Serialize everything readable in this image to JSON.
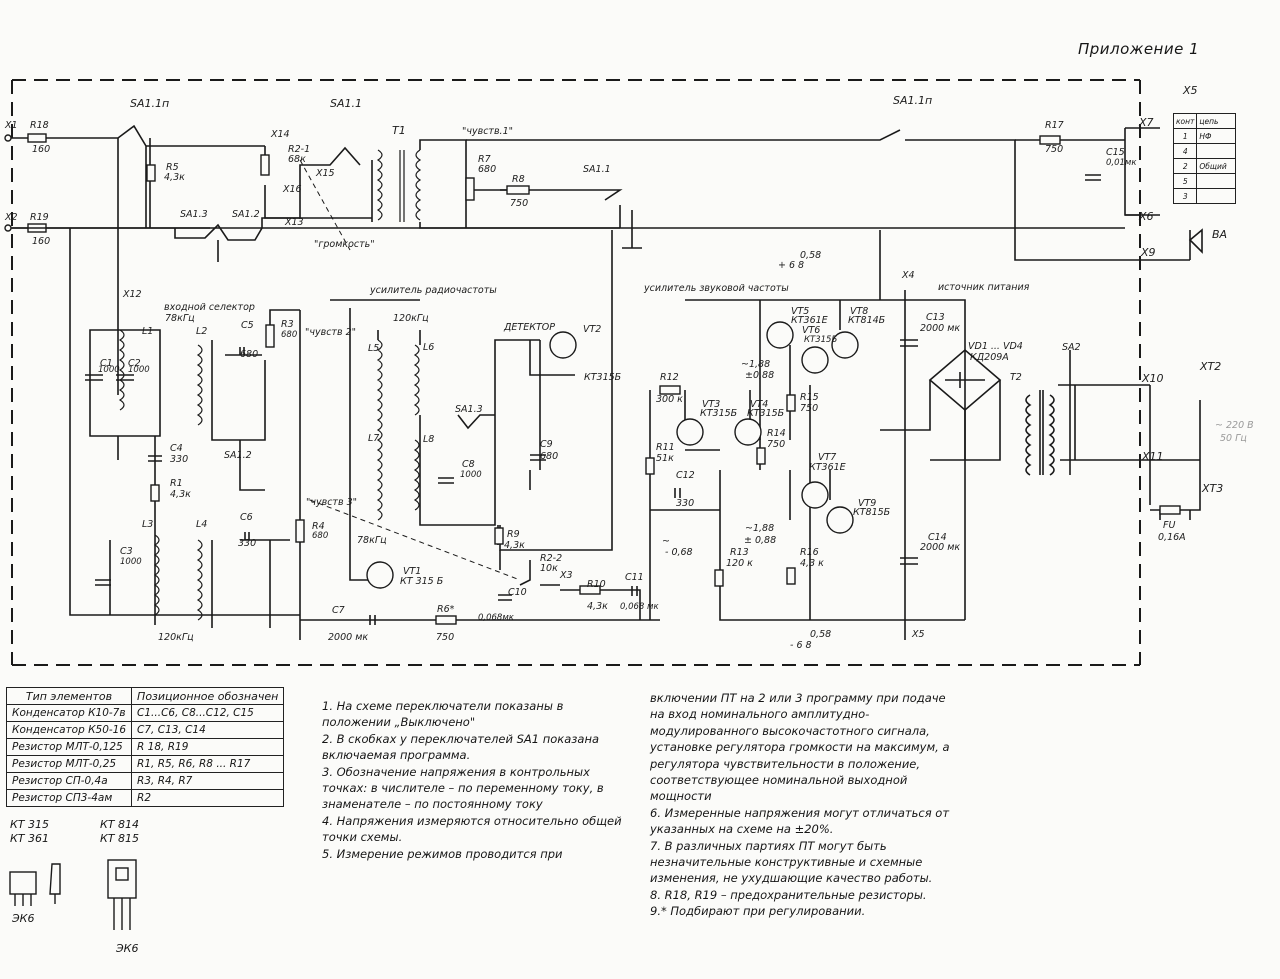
{
  "title": "Приложение 1",
  "schematic": {
    "labels": {
      "x1": "X1",
      "x2": "X2",
      "r18": "R18",
      "r18v": "160",
      "r19": "R19",
      "r19v": "160",
      "sa1_1p_a": "SA1.1п",
      "sa1_1": "SA1.1",
      "sa1_1p_b": "SA1.1п",
      "sa1_1_b": "SA1.1",
      "sa1_3a": "SA1.3",
      "sa1_2a": "SA1.2",
      "sa1_3b": "SA1.3",
      "sa1_2b": "SA1.2",
      "r5": "R5",
      "r5v": "4,3к",
      "x14": "X14",
      "r2_1": "R2-1",
      "r2_1v": "68к",
      "x15": "X15",
      "x16": "X16",
      "x13": "X13",
      "x12": "X12",
      "t1": "T1",
      "chuvst1": "\"чувств.1\"",
      "gromkost": "\"громкость\"",
      "r7": "R7",
      "r7v": "680",
      "r8": "R8",
      "r8v": "750",
      "r17": "R17",
      "r17v": "750",
      "c15": "C15",
      "c15v": "0,01мк",
      "x7": "X7",
      "x6": "X6",
      "x9": "X9",
      "ba": "BA",
      "x5": "X5",
      "vhod_sel": "входной селектор",
      "f78a": "78кГц",
      "l1": "L1",
      "l2": "L2",
      "c1": "C1",
      "c1v": "1000",
      "c2": "C2",
      "c2v": "1000",
      "c5": "C5",
      "c5v": "680",
      "r3": "R3",
      "r3v": "680",
      "chuvst2": "\"чувств 2\"",
      "c4": "C4",
      "c4v": "330",
      "r1": "R1",
      "r1v": "4,3к",
      "l3": "L3",
      "l4": "L4",
      "c3": "C3",
      "c3v": "1000",
      "c6": "C6",
      "c6v": "330",
      "r4": "R4",
      "r4v": "680",
      "chuvst3": "\"чувств 3\"",
      "f120a": "120кГц",
      "usil_rch": "усилитель радиочастоты",
      "f120b": "120кГц",
      "l5": "L5",
      "l6": "L6",
      "l7": "L7",
      "l8": "L8",
      "f78b": "78кГц",
      "c8": "C8",
      "c8v": "1000",
      "c9": "C9",
      "c9v": "680",
      "detektor": "ДЕТЕКТОР",
      "vt2": "VT2",
      "vt2t": "КТ315Б",
      "r9": "R9",
      "r9v": "4,3к",
      "vt1": "VT1",
      "vt1t": "КТ 315 Б",
      "c7": "C7",
      "c7v": "2000 мк",
      "r6": "R6*",
      "r6v": "750",
      "c10": "C10",
      "c10v": "0,068мк",
      "r2_2": "R2-2",
      "r2_2v": "10к",
      "x3": "X3",
      "r10": "R10",
      "r10v": "4,3к",
      "c11": "C11",
      "c11v": "0,068 мк",
      "usil_zch": "усилитель звуковой частоты",
      "v1": "0,58",
      "v1b": "+ 6 8",
      "vt5": "VT5",
      "vt5t": "КТ361Е",
      "vt8": "VT8",
      "vt8t": "КТ814Б",
      "vt6": "VT6",
      "vt6t": "КТ315Б",
      "v2": "~1,88",
      "v2b": "±0,88",
      "r12": "R12",
      "r12v": "300 к",
      "vt3": "VT3",
      "vt3t": "КТ315Б",
      "vt4": "VT4",
      "vt4t": "КТ315Б",
      "r15": "R15",
      "r15v": "750",
      "r14": "R14",
      "r14v": "750",
      "r11": "R11",
      "r11v": "51к",
      "vt7": "VT7",
      "vt7t": "КТ361Е",
      "c12": "C12",
      "c12v": "330",
      "v3": "~1,88",
      "v3b": "± 0,88",
      "vt9": "VT9",
      "vt9t": "КТ815Б",
      "v4": "~",
      "v4b": "- 0,68",
      "r13": "R13",
      "r13v": "120 к",
      "r16": "R16",
      "r16v": "4,3 к",
      "v5": "0,58",
      "v5b": "- 6 8",
      "x4": "X4",
      "ist_pit": "источник питания",
      "c13": "C13",
      "c13v": "2000 мк",
      "c14": "C14",
      "c14v": "2000 мк",
      "vd": "VD1 ... VD4",
      "vdt": "КД209А",
      "sa2": "SA2",
      "t2": "T2",
      "x10": "X10",
      "x11": "X11",
      "xt2": "XT2",
      "xt3": "XT3",
      "fu": "FU",
      "fuv": "0,16А",
      "mains": "~ 220 В",
      "mains_f": "50 Гц",
      "x5b": "X5"
    },
    "xs_table": {
      "header": [
        "конт",
        "цепь"
      ],
      "rows": [
        [
          "1",
          "НФ"
        ],
        [
          "4",
          ""
        ],
        [
          "2",
          "Общий"
        ],
        [
          "5",
          ""
        ],
        [
          "3",
          ""
        ]
      ]
    }
  },
  "parts_table": {
    "headers": [
      "Тип элементов",
      "Позиционное обозначен"
    ],
    "rows": [
      [
        "Конденсатор К10-7в",
        "С1...С6, С8...С12, С15"
      ],
      [
        "Конденсатор К50-16",
        "С7, С13, С14"
      ],
      [
        "Резистор МЛТ-0,125",
        "R 18, R19"
      ],
      [
        "Резистор МЛТ-0,25",
        "R1, R5, R6,     R8 ... R17"
      ],
      [
        "Резистор СП-0,4а",
        "R3, R4, R7"
      ],
      [
        "Резистор СП3-4ам",
        "R2"
      ]
    ]
  },
  "packages": {
    "left_top": "КТ 315",
    "left_bottom": "КТ 361",
    "left_code": "ЭК6",
    "right_top": "КТ 814",
    "right_bottom": "КТ 815",
    "right_code": "ЭК6"
  },
  "notes_left": [
    "1. На схеме переключатели показаны в положении „Выключено\"",
    "2. В скобках у переключателей SA1 показана включаемая программа.",
    "3. Обозначение напряжения в контрольных точках: в числителе – по переменному току, в знаменателе – по постоянному току",
    "4. Напряжения измеряются относительно общей точки схемы.",
    "5. Измерение режимов проводится при"
  ],
  "notes_right": [
    "включении ПТ на 2 или 3 программу при подаче на вход номинального амплитудно-модулированного высокочастотного сигнала, установке регулятора громкости на максимум, а регулятора чувствительности в положение, соответствующее номинальной выходной мощности",
    "6. Измеренные напряжения могут отличаться от указанных на схеме на ±20%.",
    "7. В различных партиях ПТ могут быть незначительные конструктивные и схемные изменения, не ухудшающие качество работы.",
    "8. R18, R19 – предохранительные резисторы.",
    "9.* Подбирают при регулировании."
  ]
}
